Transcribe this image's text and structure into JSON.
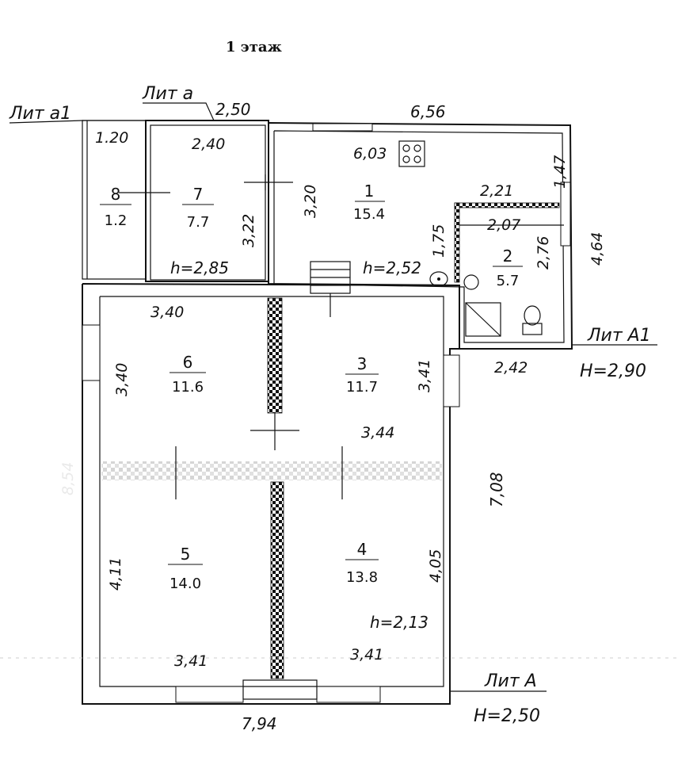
{
  "floor_title": "1 этаж",
  "litera_labels": {
    "lit_a1_top": "Лит а1",
    "lit_a": "Лит а",
    "lit_A1": "Лит А1",
    "lit_A": "Лит А",
    "H_A1": "H=2,90",
    "H_A": "H=2,50"
  },
  "rooms": [
    {
      "number": "1",
      "area": "15.4"
    },
    {
      "number": "2",
      "area": "5.7"
    },
    {
      "number": "3",
      "area": "11.7"
    },
    {
      "number": "4",
      "area": "13.8"
    },
    {
      "number": "5",
      "area": "14.0"
    },
    {
      "number": "6",
      "area": "11.6"
    },
    {
      "number": "7",
      "area": "7.7"
    },
    {
      "number": "8",
      "area": "1.2"
    }
  ],
  "heights": {
    "h7": "h=2,85",
    "h1": "h=2,52",
    "h4": "h=2,13"
  },
  "dimensions": {
    "d_2_50": "2,50",
    "d_6_56": "6,56",
    "d_1_20": "1.20",
    "d_2_40": "2,40",
    "d_6_03": "6,03",
    "d_1_47": "1,47",
    "d_3_20": "3,20",
    "d_3_22": "3,22",
    "d_2_21": "2,21",
    "d_2_07": "2,07",
    "d_1_75": "1,75",
    "d_2_76": "2,76",
    "d_4_64": "4,64",
    "d_3_40_top": "3,40",
    "d_3_40_side": "3,40",
    "d_3_41_side": "3,41",
    "d_2_42": "2,42",
    "d_3_44": "3,44",
    "d_8_54": "8,54",
    "d_7_08": "7,08",
    "d_4_11": "4,11",
    "d_4_05": "4,05",
    "d_3_41_bl": "3,41",
    "d_3_41_br": "3,41",
    "d_7_94": "7,94"
  }
}
